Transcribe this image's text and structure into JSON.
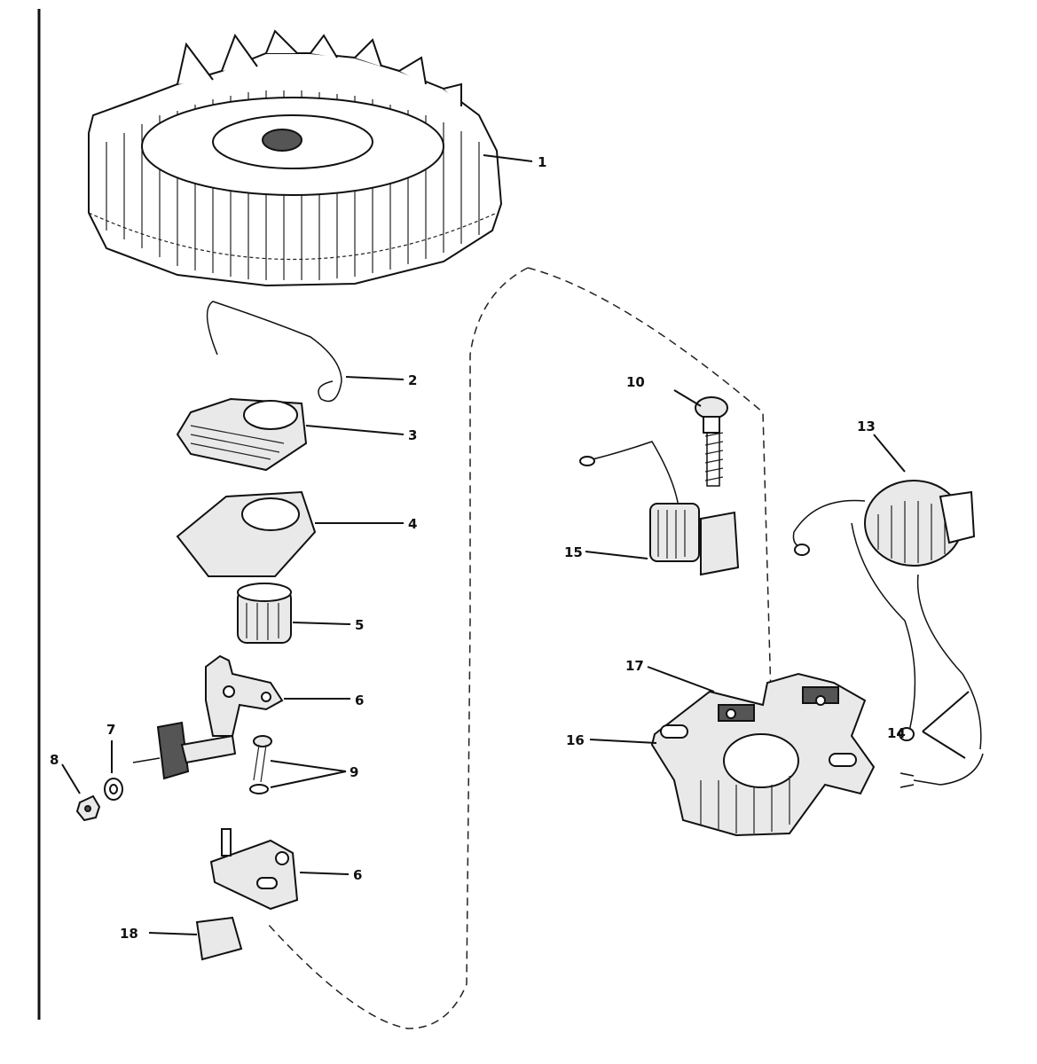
{
  "callouts": [
    {
      "id": "c1",
      "label": "1"
    },
    {
      "id": "c2",
      "label": "2"
    },
    {
      "id": "c3",
      "label": "3"
    },
    {
      "id": "c4",
      "label": "4"
    },
    {
      "id": "c5",
      "label": "5"
    },
    {
      "id": "c6a",
      "label": "6"
    },
    {
      "id": "c7",
      "label": "7"
    },
    {
      "id": "c8",
      "label": "8"
    },
    {
      "id": "c9",
      "label": "9"
    },
    {
      "id": "c6b",
      "label": "6"
    },
    {
      "id": "c18",
      "label": "18"
    },
    {
      "id": "c10",
      "label": "10"
    },
    {
      "id": "c13",
      "label": "13"
    },
    {
      "id": "c15",
      "label": "15"
    },
    {
      "id": "c17",
      "label": "17"
    },
    {
      "id": "c16",
      "label": "16"
    },
    {
      "id": "c14",
      "label": "14"
    }
  ]
}
